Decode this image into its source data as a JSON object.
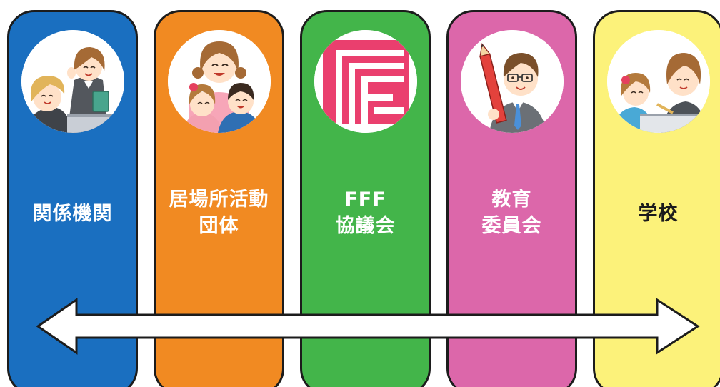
{
  "panels": [
    {
      "id": "kankei-kikan",
      "color": "#1a6fc0",
      "label_lines": [
        "関係機関"
      ],
      "label_color": "#ffffff",
      "illustration": "staff-meeting-illustration"
    },
    {
      "id": "ibasho-katsudo-dantai",
      "color": "#f18a22",
      "label_lines": [
        "居場所活動",
        "団体"
      ],
      "label_color": "#ffffff",
      "illustration": "mother-and-children-illustration"
    },
    {
      "id": "fff-kyogikai",
      "color": "#43b54a",
      "label_lines": [
        "FFF",
        "協議会"
      ],
      "label_color": "#ffffff",
      "illustration": "fff-logo"
    },
    {
      "id": "kyoiku-iinkai",
      "color": "#dc67aa",
      "label_lines": [
        "教育",
        "委員会"
      ],
      "label_color": "#ffffff",
      "illustration": "teacher-with-pencil-illustration"
    },
    {
      "id": "gakko",
      "color": "#fcf27a",
      "label_lines": [
        "学校"
      ],
      "label_color": "#1c1c1c",
      "illustration": "teacher-and-student-illustration"
    }
  ],
  "arrow": {
    "type": "double-headed",
    "fill": "#ffffff",
    "stroke": "#1c1c1c"
  }
}
